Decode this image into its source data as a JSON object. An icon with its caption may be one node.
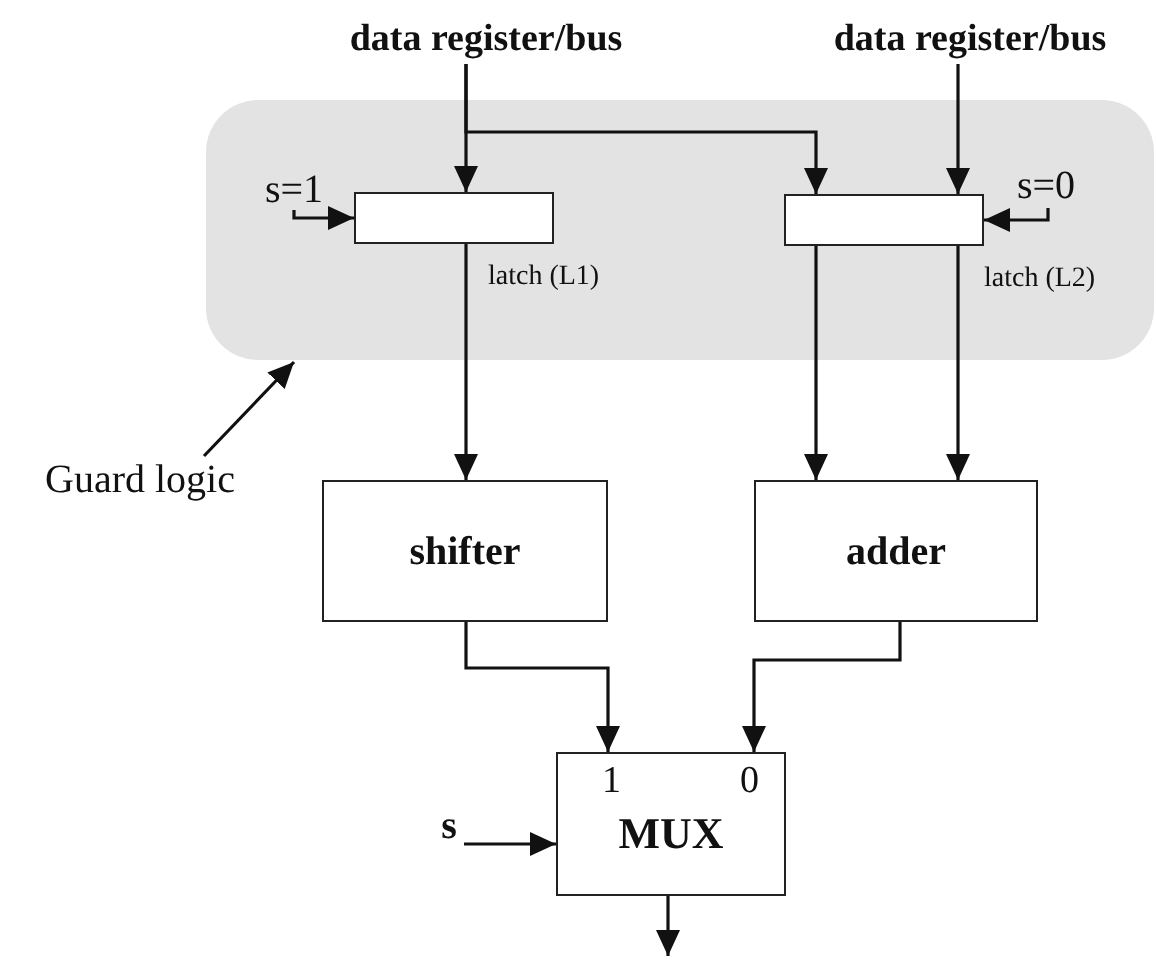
{
  "diagram": {
    "nodes": [
      {
        "text": [
          "data register/bus"
        ]
      },
      {
        "text": [
          "data register/bus"
        ]
      },
      {
        "text": [],
        "shape": "box"
      },
      {
        "text": [],
        "shape": "box",
        "in": 2,
        "beside": [
          "latch (L1)"
        ]
      },
      {
        "text": [],
        "shape": "box",
        "in": 2,
        "beside": [
          "latch (L2)"
        ]
      },
      {
        "text": [
          "s=1"
        ],
        "in": 2
      },
      {
        "text": [
          "s=0"
        ],
        "in": 2
      },
      {
        "text": [
          "shifter"
        ]
      },
      {
        "text": [
          "adder"
        ]
      },
      {
        "text": [
          "1",
          "0",
          "MUX"
        ]
      },
      {
        "text": [
          "s"
        ]
      },
      {
        "text": [
          "Guard logic"
        ]
      }
    ],
    "edges": [
      {
        "from": 0,
        "to": 3,
        "arrow": "to"
      },
      {
        "from": 0,
        "to": 4,
        "arrow": "to"
      },
      {
        "from": 1,
        "to": 4,
        "arrow": "to"
      },
      {
        "from": 5,
        "to": 3,
        "arrow": "to"
      },
      {
        "from": 6,
        "to": 4,
        "arrow": "to"
      },
      {
        "from": 3,
        "to": 7,
        "arrow": "to"
      },
      {
        "from": 4,
        "to": 8,
        "arrow": "to"
      },
      {
        "from": 4,
        "to": 8,
        "arrow": "to"
      },
      {
        "from": 7,
        "to": 9,
        "arrow": "to"
      },
      {
        "from": 8,
        "to": 9,
        "arrow": "to"
      },
      {
        "from": 10,
        "to": 9,
        "arrow": "to"
      },
      {
        "from": 11,
        "to": 2,
        "arrow": "to"
      },
      {
        "from": 9,
        "to": null,
        "arrow": "to"
      }
    ]
  }
}
